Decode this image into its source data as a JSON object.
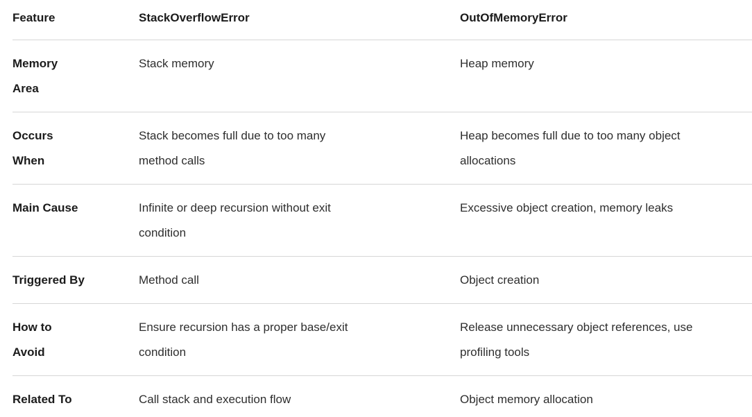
{
  "colors": {
    "background": "#ffffff",
    "divider": "#d6d6d6",
    "heading_text": "#1b1b1b",
    "body_text": "#2e2e2e"
  },
  "table": {
    "columns": [
      {
        "label": "Feature"
      },
      {
        "label": "StackOverflowError"
      },
      {
        "label": "OutOfMemoryError"
      }
    ],
    "rows": [
      {
        "feature": "Memory\nArea",
        "stackoverflow": "Stack memory",
        "outofmemory": "Heap memory"
      },
      {
        "feature": "Occurs\nWhen",
        "stackoverflow": "Stack becomes full due to too many\nmethod calls",
        "outofmemory": "Heap becomes full due to too many object\nallocations"
      },
      {
        "feature": "Main Cause",
        "stackoverflow": "Infinite or deep recursion without exit\ncondition",
        "outofmemory": "Excessive object creation, memory leaks"
      },
      {
        "feature": "Triggered By",
        "stackoverflow": "Method call",
        "outofmemory": "Object creation"
      },
      {
        "feature": "How to\nAvoid",
        "stackoverflow": "Ensure recursion has a proper base/exit\ncondition",
        "outofmemory": "Release unnecessary object references, use\nprofiling tools"
      },
      {
        "feature": "Related To",
        "stackoverflow": "Call stack and execution flow",
        "outofmemory": "Object memory allocation"
      }
    ]
  }
}
